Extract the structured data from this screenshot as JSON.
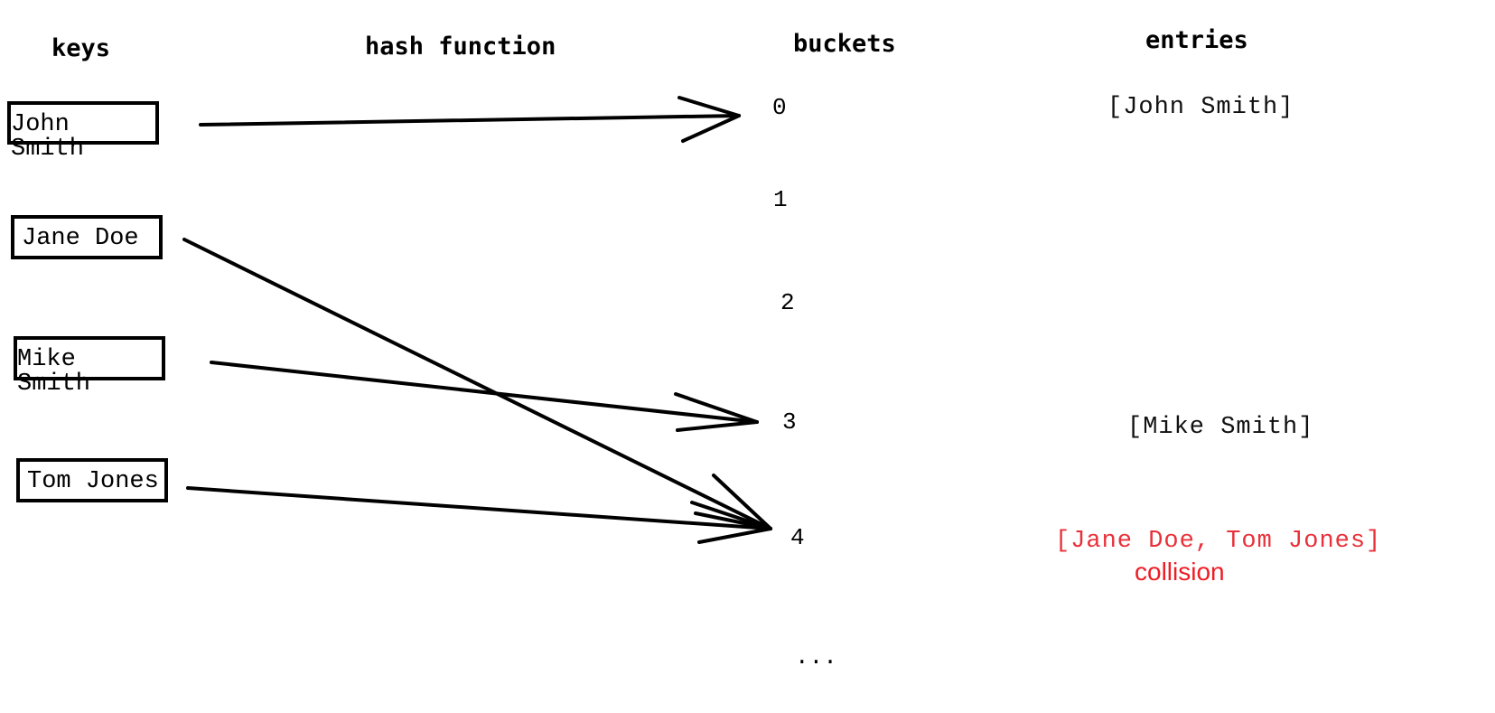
{
  "headers": {
    "keys": "keys",
    "hash_function": "hash function",
    "buckets": "buckets",
    "entries": "entries"
  },
  "keys": [
    "John Smith",
    "Jane Doe",
    "Mike Smith",
    "Tom Jones"
  ],
  "buckets": [
    "0",
    "1",
    "2",
    "3",
    "4",
    "..."
  ],
  "entries": {
    "bucket_0": "[John Smith]",
    "bucket_3": "[Mike Smith]",
    "bucket_4": "[Jane Doe, Tom Jones]",
    "collision_label": "collision"
  },
  "mappings": [
    {
      "key": "John Smith",
      "bucket": "0"
    },
    {
      "key": "Jane Doe",
      "bucket": "4"
    },
    {
      "key": "Mike Smith",
      "bucket": "3"
    },
    {
      "key": "Tom Jones",
      "bucket": "4"
    }
  ],
  "colors": {
    "collision_text": "#ee1c24",
    "collision_entry": "#e8313a",
    "ink": "#000000"
  }
}
